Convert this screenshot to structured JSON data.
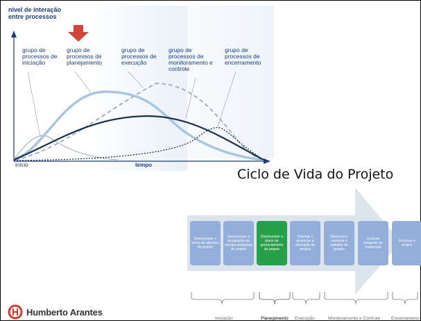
{
  "graph": {
    "y_axis_label": "nível de interação entre processos",
    "x_axis_start": "início",
    "x_axis_label": "tempo",
    "groups": [
      "grupo de processos de iniciação",
      "grupo de processos de planejamento",
      "grupo de processos de execução",
      "grupo de processos de monitoramento e controle",
      "grupo de processos de encerramento"
    ],
    "highlight_arrow_color": "#d0463d"
  },
  "cycle": {
    "title": "Ciclo de Vida do Projeto",
    "steps": [
      "Desenvolver o termo de abertura do projeto",
      "Desenvolver a declaração do escopo preliminar do projeto",
      "Desenvolver o plano de gerenciamento do projeto",
      "Orientar e gerenciar a execução do projeto",
      "Monitorar e controlar o trabalho do projeto",
      "Controle integrado de mudanças",
      "Encerrar o projeto"
    ],
    "phases": [
      "Iniciação",
      "Planejamento",
      "Execução",
      "Monitoramento e Controle",
      "Encerramento"
    ],
    "active_color": "#27a04a",
    "step_color": "#90acd8"
  },
  "brand": {
    "name": "Humberto Arantes"
  }
}
